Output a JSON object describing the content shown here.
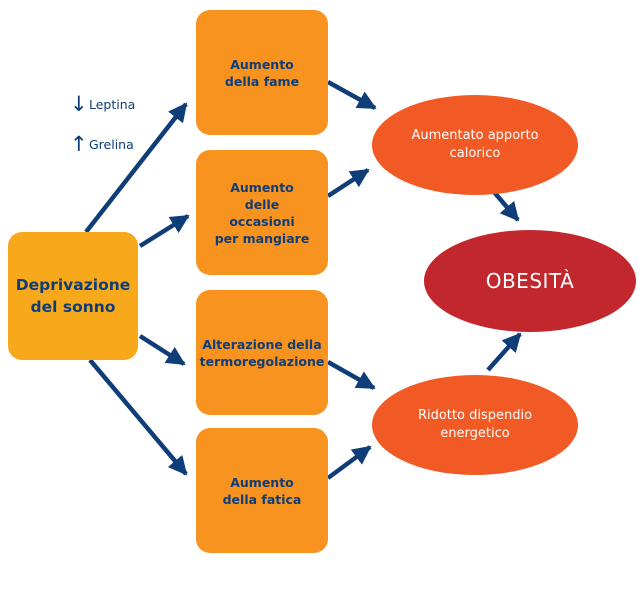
{
  "cause": {
    "label": "Deprivazione\ndel sonno"
  },
  "hormones": [
    {
      "arrow": "↓",
      "label": "Leptina",
      "direction": "down"
    },
    {
      "arrow": "↑",
      "label": "Grelina",
      "direction": "up"
    }
  ],
  "intermediates": [
    {
      "label": "Aumento\ndella fame"
    },
    {
      "label": "Aumento\ndelle\noccasioni\nper mangiare"
    },
    {
      "label": "Alterazione della\ntermoregolazione"
    },
    {
      "label": "Aumento\ndella fatica"
    }
  ],
  "effects": [
    {
      "label": "Aumentato apporto\ncalorico"
    },
    {
      "label": "Ridotto dispendio\nenergetico"
    }
  ],
  "outcome": {
    "label": "OBESITÀ"
  },
  "colors": {
    "cause_fill": "#f7a81b",
    "intermediate_fill": "#f7931e",
    "effect_fill": "#f15a24",
    "outcome_fill": "#c1272d",
    "arrow": "#0f3d78",
    "text_dark": "#0f3d78",
    "text_light": "#ffffff"
  }
}
